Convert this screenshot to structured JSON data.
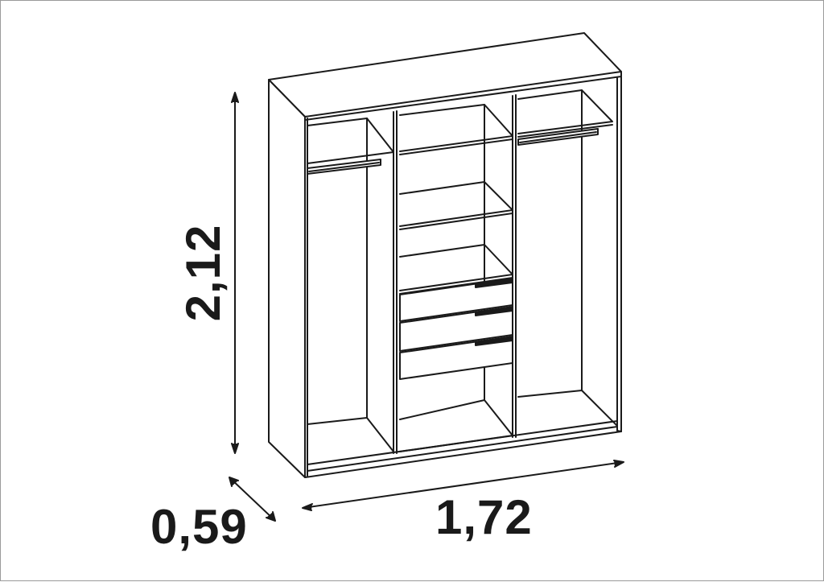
{
  "dimensions": {
    "height_label": "2,12",
    "width_label": "1,72",
    "depth_label": "0,59"
  },
  "colors": {
    "line": "#1a1a1a",
    "background": "#ffffff",
    "frame": "#9a9a9a"
  }
}
